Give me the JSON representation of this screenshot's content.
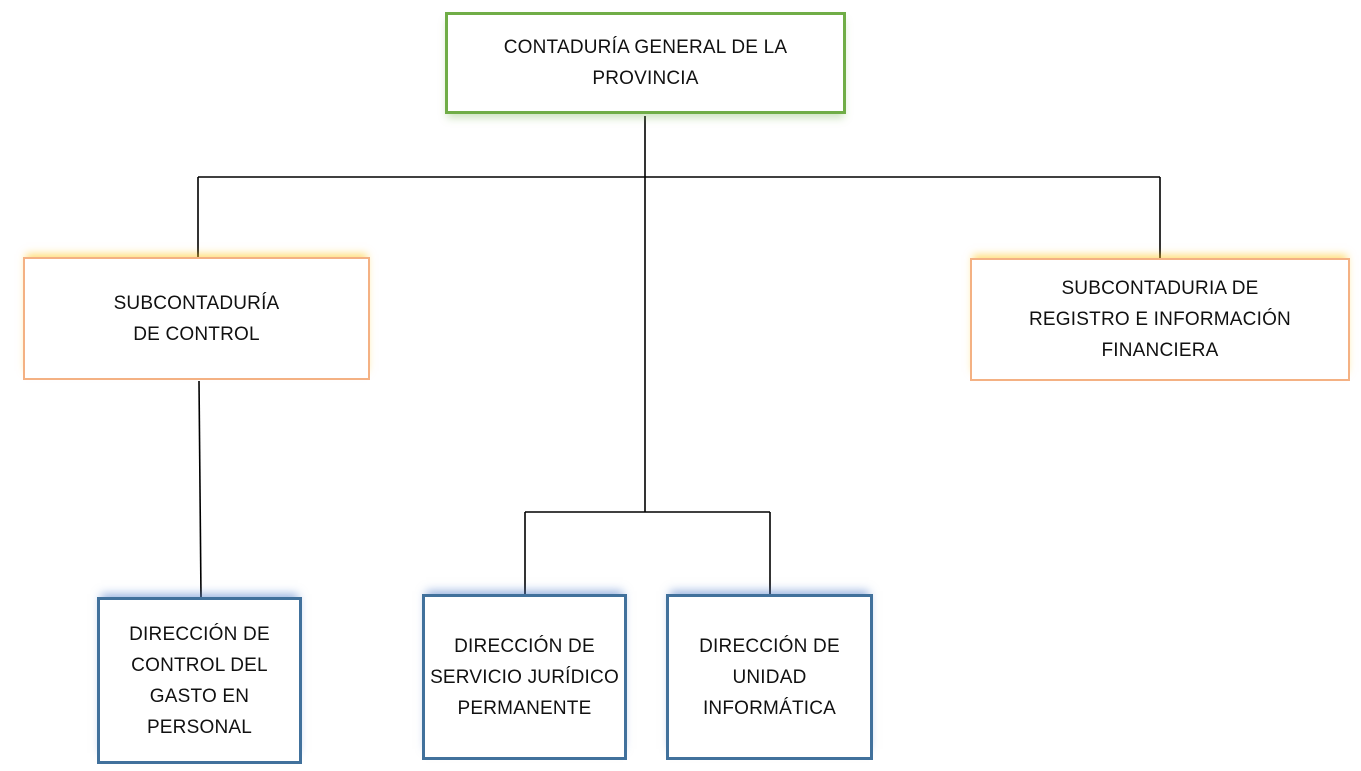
{
  "diagram": {
    "root": {
      "label": "CONTADURÍA GENERAL DE LA\nPROVINCIA"
    },
    "subcontadurias": [
      {
        "label": "SUBCONTADURÍA\nDE CONTROL"
      },
      {
        "label": "SUBCONTADURIA DE\nREGISTRO E INFORMACIÓN\nFINANCIERA"
      }
    ],
    "direcciones": [
      {
        "label": "DIRECCIÓN DE\nCONTROL DEL\nGASTO EN\nPERSONAL"
      },
      {
        "label": "DIRECCIÓN DE\nSERVICIO JURÍDICO\nPERMANENTE"
      },
      {
        "label": "DIRECCIÓN DE\nUNIDAD\nINFORMÁTICA"
      }
    ]
  },
  "colors": {
    "root_border": "#70ad47",
    "sub_border": "#f4b183",
    "sub_glow": "#ffc000",
    "dir_border": "#41719c",
    "dir_glow": "#4472c4",
    "connector": "#000000"
  }
}
